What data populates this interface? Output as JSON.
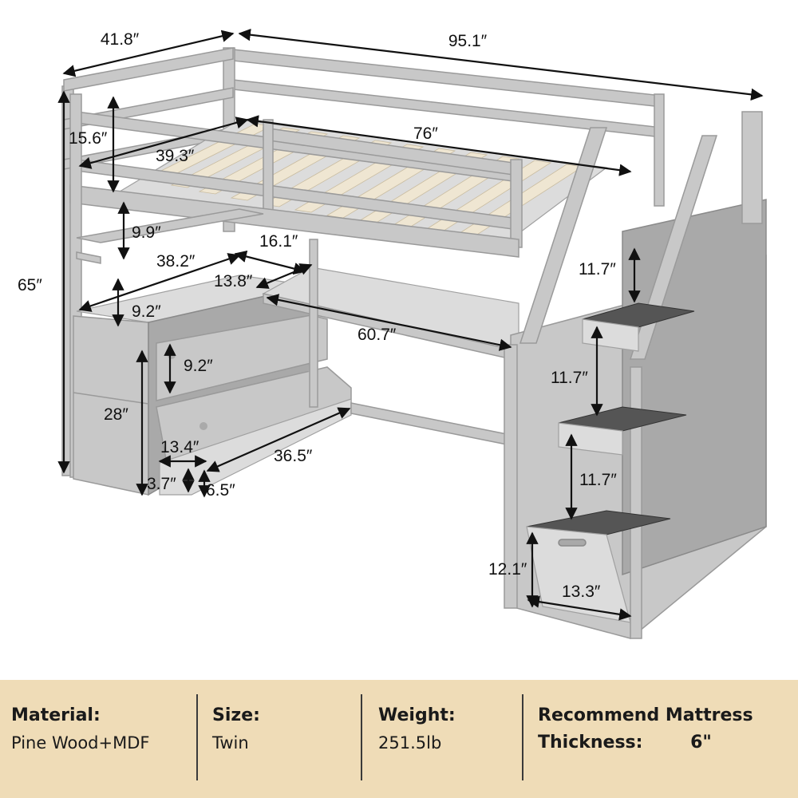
{
  "dimensions": {
    "d_41_8": "41.8″",
    "d_95_1": "95.1″",
    "d_15_6": "15.6″",
    "d_76": "76″",
    "d_39_3": "39.3″",
    "d_65": "65″",
    "d_9_9": "9.9″",
    "d_16_1": "16.1″",
    "d_38_2": "38.2″",
    "d_13_8": "13.8″",
    "d_11_7_a": "11.7″",
    "d_9_2_a": "9.2″",
    "d_60_7": "60.7″",
    "d_9_2_b": "9.2″",
    "d_11_7_b": "11.7″",
    "d_28": "28″",
    "d_13_4": "13.4″",
    "d_36_5": "36.5″",
    "d_11_7_c": "11.7″",
    "d_3_7": "3.7″",
    "d_6_5": "6.5″",
    "d_12_1": "12.1″",
    "d_13_3": "13.3″"
  },
  "specs": {
    "material_label": "Material:",
    "material_value": "Pine  Wood+MDF",
    "size_label": "Size:",
    "size_value": "Twin",
    "weight_label": "Weight:",
    "weight_value": "251.5lb",
    "mattress_label": "Recommend Mattress",
    "thickness_label": "Thickness:",
    "thickness_value": "6\""
  },
  "colors": {
    "frame": "#c8c8c8",
    "band": "#efdcb7"
  }
}
